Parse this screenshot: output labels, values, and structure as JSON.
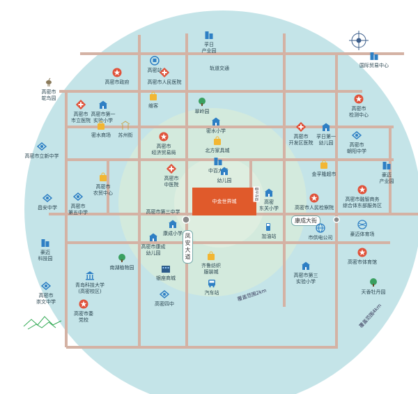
{
  "colors": {
    "circle_outer": "#bfe2e6",
    "circle_inner": "#d9ecd8",
    "road": "#d8b6a8",
    "red_icon": "#e0523a",
    "blue_icon": "#2e7fc4",
    "yellow_icon": "#f2b632",
    "green_icon": "#3aa060",
    "highlight": "#e05a2b"
  },
  "center": {
    "label": "中金世界城"
  },
  "roads": {
    "kangcheng": "康成大街",
    "fengan": "凤安大道",
    "ring_2km": "覆盖范围2km",
    "ring_4km": "覆盖范围4km",
    "gouyang": "晏平东街"
  },
  "places": [
    {
      "id": "industrial-park",
      "label": "孚日\n产业园",
      "icon": "building"
    },
    {
      "id": "rail-transit",
      "label": "轨道交通",
      "icon": "none"
    },
    {
      "id": "international-trade",
      "label": "国际贸易中心",
      "icon": "building"
    },
    {
      "id": "gaomi-station",
      "label": "高密站",
      "icon": "train"
    },
    {
      "id": "city-government",
      "label": "高密市政府",
      "icon": "star"
    },
    {
      "id": "people-hospital",
      "label": "高密市人民医院",
      "icon": "cross"
    },
    {
      "id": "ostrich-park",
      "label": "高密市\n鸵鸟园",
      "icon": "bird"
    },
    {
      "id": "city-hospital",
      "label": "高密市\n市立医院",
      "icon": "cross"
    },
    {
      "id": "experimental-primary-1",
      "label": "高密市第一\n实验小学",
      "icon": "school"
    },
    {
      "id": "weike",
      "label": "维客",
      "icon": "bag"
    },
    {
      "id": "cuiling-garden",
      "label": "翠岭园",
      "icon": "tree"
    },
    {
      "id": "testing-center",
      "label": "高密市\n检测中心",
      "icon": "star"
    },
    {
      "id": "mishui-primary",
      "label": "密水小学",
      "icon": "school"
    },
    {
      "id": "mishui-mall",
      "label": "密水商场",
      "icon": "bag"
    },
    {
      "id": "suzhou-street",
      "label": "苏州街",
      "icon": "pavilion"
    },
    {
      "id": "economic-bureau",
      "label": "高密市\n经济贸易局",
      "icon": "star"
    },
    {
      "id": "beifang-furniture",
      "label": "北方家具城",
      "icon": "bag"
    },
    {
      "id": "development-hospital",
      "label": "高密市\n开发区医院",
      "icon": "cross"
    },
    {
      "id": "furi-kindergarten",
      "label": "孚日第一\n幼儿园",
      "icon": "school"
    },
    {
      "id": "chaoyang-middle",
      "label": "高密市\n朝阳中学",
      "icon": "hat"
    },
    {
      "id": "liyi-middle",
      "label": "高密市立新中学",
      "icon": "hat"
    },
    {
      "id": "zhongbai",
      "label": "中百大厦",
      "icon": "building"
    },
    {
      "id": "kindergarten-center",
      "label": "幼儿园",
      "icon": "school"
    },
    {
      "id": "gaomi-hospital-center",
      "label": "高密市\n中医院",
      "icon": "cross"
    },
    {
      "id": "jinping-supermarket",
      "label": "金孚隆超市",
      "icon": "bag"
    },
    {
      "id": "haomai-park",
      "label": "豪迈\n产业园",
      "icon": "building"
    },
    {
      "id": "chuhe-center",
      "label": "高密市\n农贸中心",
      "icon": "bag"
    },
    {
      "id": "fifth-middle",
      "label": "高密市\n第五中学",
      "icon": "hat"
    },
    {
      "id": "third-middle",
      "label": "高密市第三中学",
      "icon": "none"
    },
    {
      "id": "dongguan-primary",
      "label": "高密\n东关小学",
      "icon": "school"
    },
    {
      "id": "procuratorate",
      "label": "高密市人民检察院",
      "icon": "star"
    },
    {
      "id": "business-center",
      "label": "高密市融智商务\n综合体东部服务区",
      "icon": "star"
    },
    {
      "id": "changan-middle",
      "label": "昌安中学",
      "icon": "hat"
    },
    {
      "id": "kangcheng-primary",
      "label": "康成小学",
      "icon": "school"
    },
    {
      "id": "kangcheng-kindergarten",
      "label": "高密市康成\n幼儿园",
      "icon": "school"
    },
    {
      "id": "gas-station",
      "label": "加油站",
      "icon": "pump"
    },
    {
      "id": "power-company",
      "label": "市供电公司",
      "icon": "globe"
    },
    {
      "id": "haomai-stadium",
      "label": "豪迈体育场",
      "icon": "ball"
    },
    {
      "id": "haomai-tech",
      "label": "豪迈\n科技园",
      "icon": "building"
    },
    {
      "id": "nanhu-botanical",
      "label": "南湖植物园",
      "icon": "tree"
    },
    {
      "id": "qingdao-university",
      "label": "青岛科技大学\n(高密校区)",
      "icon": "museum"
    },
    {
      "id": "yinzuo-mall",
      "label": "银座商城",
      "icon": "mall"
    },
    {
      "id": "qilu-garment",
      "label": "齐鲁纺织\n服装城",
      "icon": "bag"
    },
    {
      "id": "third-experimental",
      "label": "高密市第三\n实验小学",
      "icon": "school"
    },
    {
      "id": "sports-gym",
      "label": "高密市体育馆",
      "icon": "star"
    },
    {
      "id": "party-school",
      "label": "高密市委\n党校",
      "icon": "star"
    },
    {
      "id": "gaomi-fourth",
      "label": "高密四中",
      "icon": "hat"
    },
    {
      "id": "bus-station",
      "label": "汽车站",
      "icon": "bus"
    },
    {
      "id": "liyi-experimental",
      "label": "高密市\n崇文中学",
      "icon": "hat"
    },
    {
      "id": "tianxiang-garden",
      "label": "天香牡丹园",
      "icon": "tree"
    }
  ]
}
